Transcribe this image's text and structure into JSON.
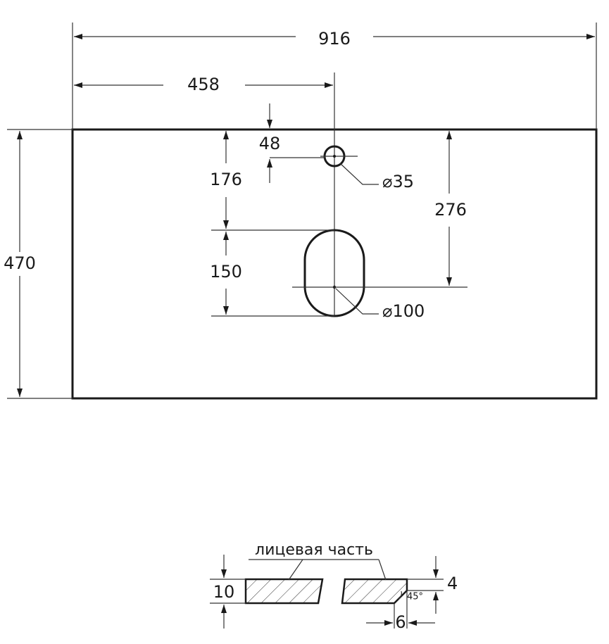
{
  "drawing": {
    "overall_width": "916",
    "half_width": "458",
    "depth": "470",
    "tap_offset": "48",
    "tap_diameter": "⌀35",
    "bowl_top_offset": "176",
    "bowl_length": "150",
    "bowl_center_offset": "276",
    "drain_diameter": "⌀100"
  },
  "section": {
    "face_label": "лицевая часть",
    "thickness": "10",
    "bevel_height": "4",
    "bevel_width": "6",
    "bevel_angle": "45°"
  }
}
